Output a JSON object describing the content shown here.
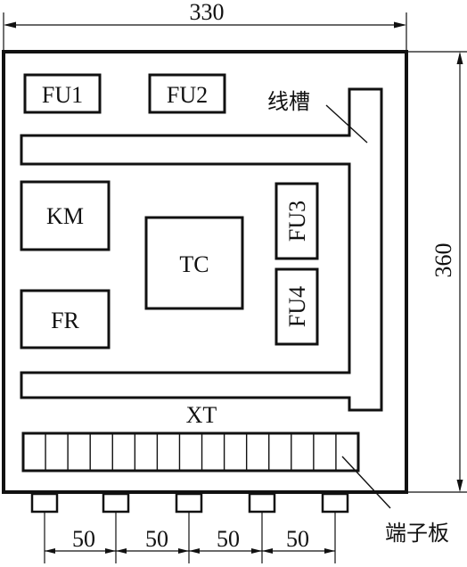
{
  "dimensions": {
    "width": "330",
    "height": "360",
    "spacing": [
      "50",
      "50",
      "50",
      "50"
    ]
  },
  "components": {
    "fu1": "FU1",
    "fu2": "FU2",
    "fu3": "FU3",
    "fu4": "FU4",
    "km": "KM",
    "fr": "FR",
    "tc": "TC",
    "xt": "XT"
  },
  "callouts": {
    "wire_duct": "线槽",
    "terminal_board": "端子板"
  }
}
